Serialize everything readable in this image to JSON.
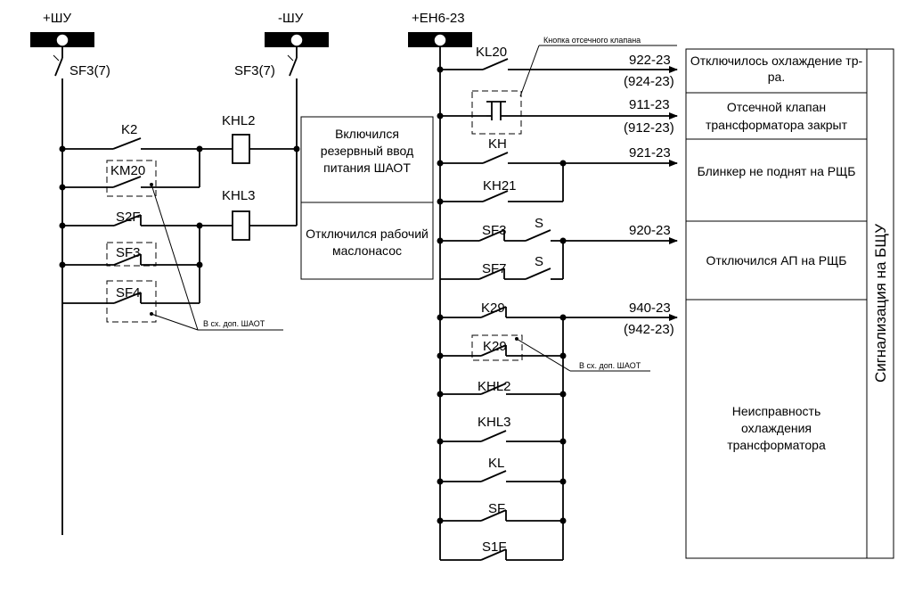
{
  "buses": {
    "plus_shu": "+ШУ",
    "minus_shu": "-ШУ",
    "plus_eh": "+ЕН6-23"
  },
  "left_circuit": {
    "breaker_left": "SF3(7)",
    "breaker_right": "SF3(7)",
    "contacts": {
      "k2": "K2",
      "km20": "KM20",
      "s2f": "S2F",
      "sf3": "SF3",
      "sf4": "SF4"
    },
    "coils": {
      "khl2": "KHL2",
      "khl3": "KHL3"
    },
    "note": "В сх. доп. ШАОТ"
  },
  "left_boxes": {
    "reserve_input": "Включился резервный ввод питания ШАОТ",
    "oil_pump": "Отключился рабочий маслонасос"
  },
  "right_circuit": {
    "valve_button_label": "Кнопка отсечного клапана",
    "contacts": {
      "kl20": "KL20",
      "kh": "KH",
      "kh21": "KH21",
      "sf3": "SF3",
      "sf7": "SF7",
      "s1": "S",
      "s2": "S",
      "k29_top": "K29",
      "k29_bottom": "K29",
      "khl2": "KHL2",
      "khl3": "KHL3",
      "kl": "KL",
      "sf": "SF",
      "s1f": "S1F"
    },
    "wires": {
      "w922": "922-23",
      "w924": "(924-23)",
      "w911": "911-23",
      "w912": "(912-23)",
      "w921": "921-23",
      "w920": "920-23",
      "w940": "940-23",
      "w942": "(942-23)"
    },
    "note": "В сх. доп. ШАОТ"
  },
  "signal_table": {
    "rows": {
      "cooling_off": "Отключилось охлаждение тр-ра.",
      "valve_closed": "Отсечной клапан трансформатора закрыт",
      "blinker": "Блинкер не поднят на РЩБ",
      "ap_off": "Отключился АП на РЩБ",
      "fault": "Неисправность охлаждения трансформатора"
    },
    "side_label": "Сигнализация на БЩУ"
  }
}
